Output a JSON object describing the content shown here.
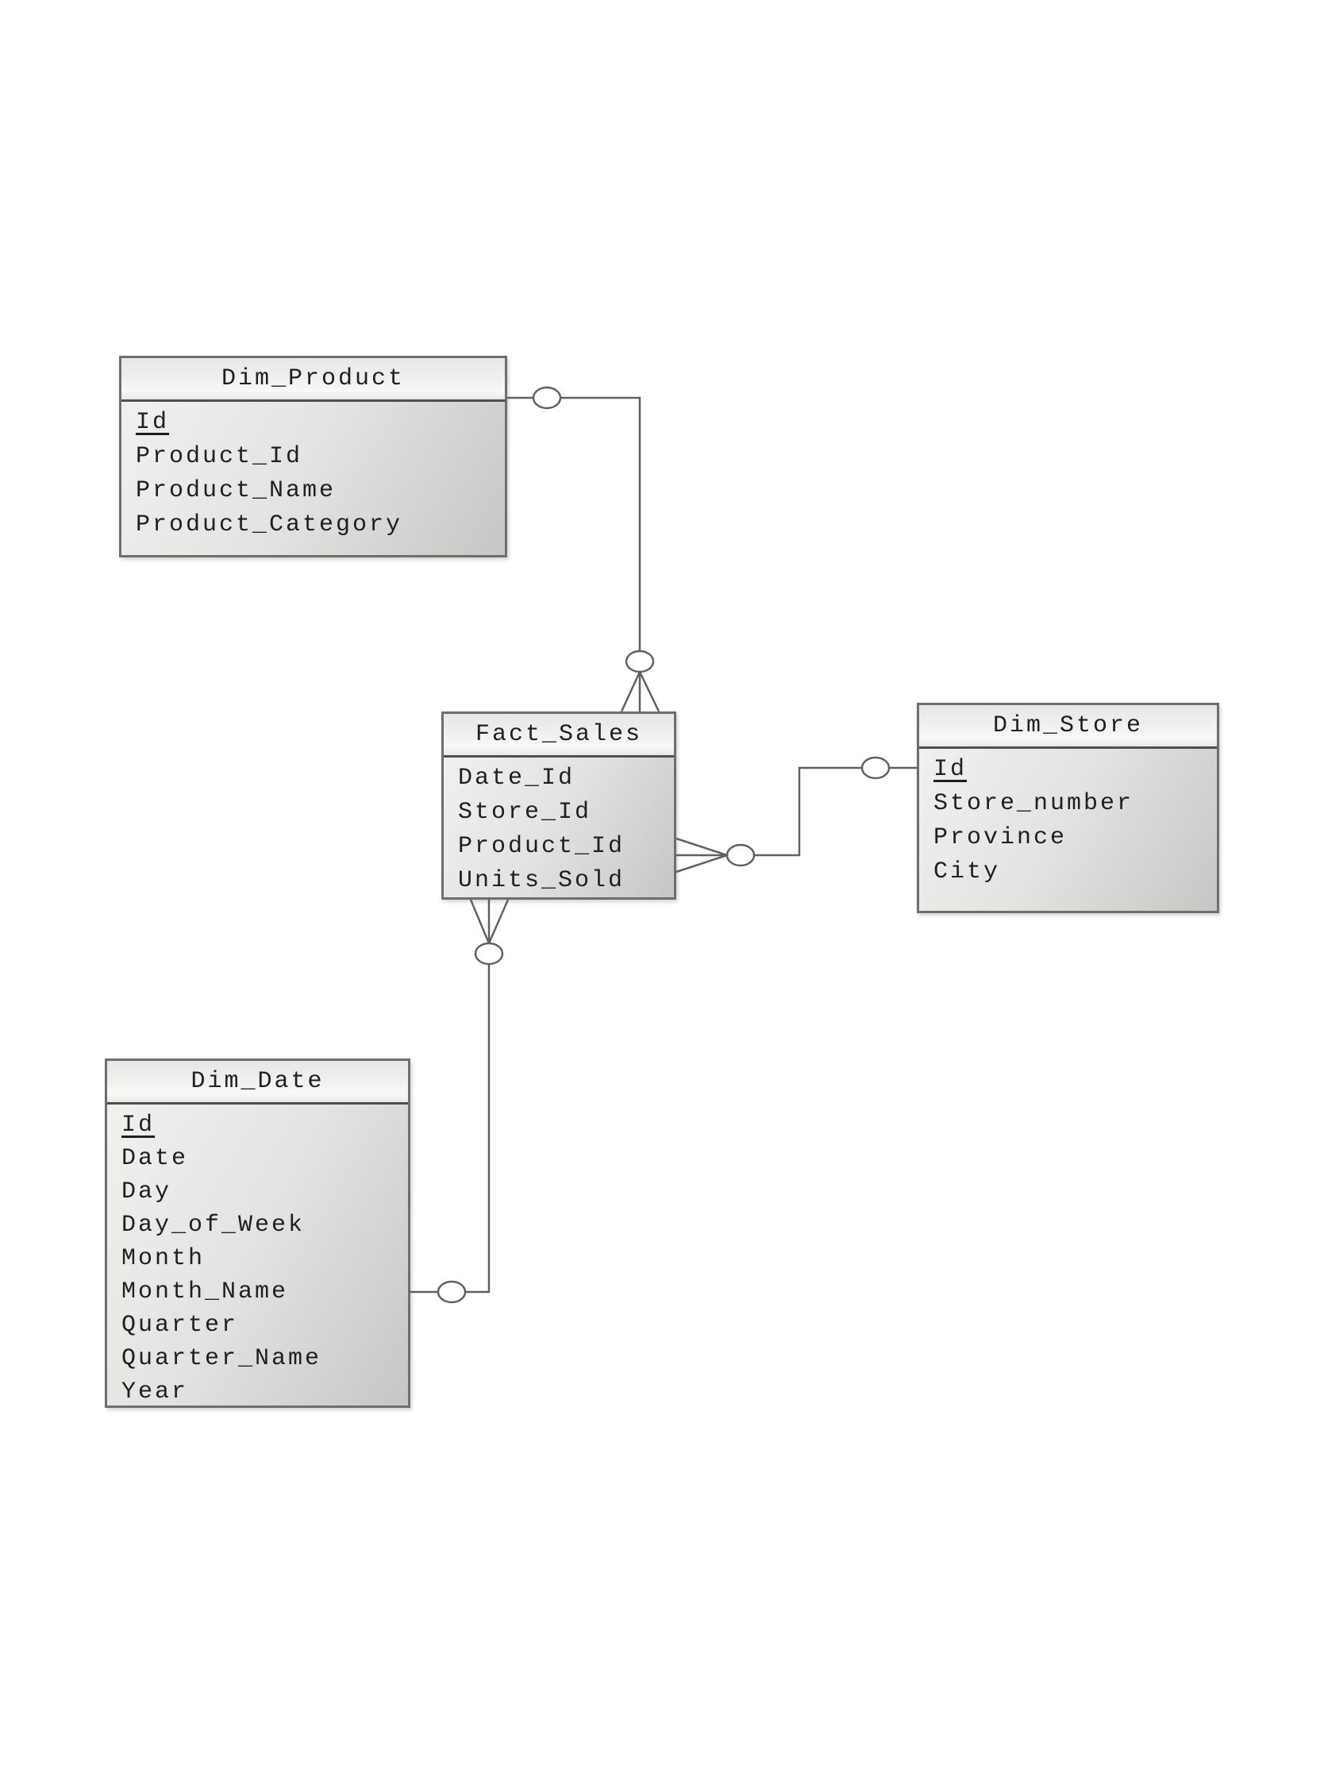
{
  "diagram": {
    "kind": "star-schema-er-diagram",
    "entities": [
      {
        "title": "Dim_Product",
        "fields": [
          {
            "name": "Id",
            "is_primary_key": true
          },
          {
            "name": "Product_Id",
            "is_primary_key": false
          },
          {
            "name": "Product_Name",
            "is_primary_key": false
          },
          {
            "name": "Product_Category",
            "is_primary_key": false
          }
        ]
      },
      {
        "title": "Fact_Sales",
        "fields": [
          {
            "name": "Date_Id",
            "is_primary_key": false
          },
          {
            "name": "Store_Id",
            "is_primary_key": false
          },
          {
            "name": "Product_Id",
            "is_primary_key": false
          },
          {
            "name": "Units_Sold",
            "is_primary_key": false
          }
        ]
      },
      {
        "title": "Dim_Store",
        "fields": [
          {
            "name": "Id",
            "is_primary_key": true
          },
          {
            "name": "Store_number",
            "is_primary_key": false
          },
          {
            "name": "Province",
            "is_primary_key": false
          },
          {
            "name": "City",
            "is_primary_key": false
          }
        ]
      },
      {
        "title": "Dim_Date",
        "fields": [
          {
            "name": "Id",
            "is_primary_key": true
          },
          {
            "name": "Date",
            "is_primary_key": false
          },
          {
            "name": "Day",
            "is_primary_key": false
          },
          {
            "name": "Day_of_Week",
            "is_primary_key": false
          },
          {
            "name": "Month",
            "is_primary_key": false
          },
          {
            "name": "Month_Name",
            "is_primary_key": false
          },
          {
            "name": "Quarter",
            "is_primary_key": false
          },
          {
            "name": "Quarter_Name",
            "is_primary_key": false
          },
          {
            "name": "Year",
            "is_primary_key": false
          }
        ]
      }
    ],
    "relationships": [
      {
        "from": "Dim_Product",
        "to": "Fact_Sales",
        "from_cardinality": "zero-or-one",
        "to_cardinality": "zero-or-many",
        "notation": "circle / circle-crow-foot"
      },
      {
        "from": "Dim_Store",
        "to": "Fact_Sales",
        "from_cardinality": "zero-or-one",
        "to_cardinality": "zero-or-many",
        "notation": "circle / circle-crow-foot"
      },
      {
        "from": "Dim_Date",
        "to": "Fact_Sales",
        "from_cardinality": "zero-or-one",
        "to_cardinality": "zero-or-many",
        "notation": "circle / circle-crow-foot"
      }
    ],
    "colors": {
      "background": "#ffffff",
      "entity_border": "#6e6e6e",
      "entity_fill_light": "#f2f2f0",
      "entity_fill_dark": "#c6c6c4",
      "header_separator": "#4f4f4f",
      "connector_line": "#606060",
      "text": "#1f1f1f"
    }
  }
}
